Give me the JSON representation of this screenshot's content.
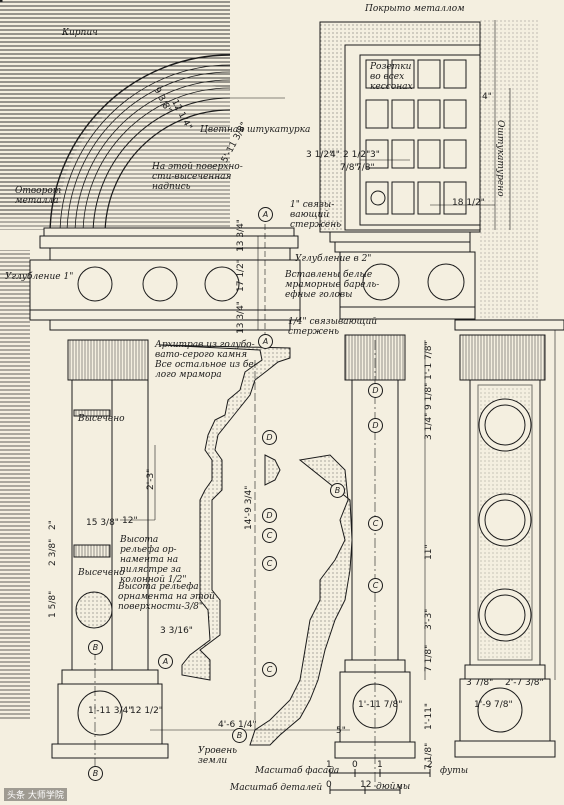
{
  "labels": {
    "brick": "Кирпич",
    "metal_covered": "Покрыто металлом",
    "coffer_rosettes": "Розетки\nво всех\nкессонах",
    "colored_plaster": "Цветная штукатурка",
    "carved_inscription": "На этой поверхно-\nсти-высеченная\nнадпись",
    "metal_flashing": "Отворот\nметалла",
    "tie_rod_1": "1\" связы-\nвающий\nстержень",
    "recess_2": "Углубление в 2\"",
    "recess_1": "Углубление 1\"",
    "marble_reliefs": "Вставлены белые\nмраморные барель-\nефные головы",
    "tie_rod_quarter": "1/4\" связывающий\nстержень",
    "architrave_note": "Архитрав из голубо-\nвато-серого камня\nВсе остальное из бе-\nлого мрамора",
    "carved_1": "Высечено",
    "carved_2": "Высечено",
    "relief_pilaster": "Высота\nрельефа ор-\nнамента на\nпилястре за\nколонной 1/2\"",
    "relief_surface": "Высота рельефа\nорнамента на этой\nповерхности-3/8\"",
    "ground_level": "Уровень\nземли",
    "facade_scale": "Масштаб фасада",
    "details_scale": "Масштаб деталей",
    "feet": "футы",
    "inches": "дюймы",
    "plastering": "Оштукатурено"
  },
  "dimensions": {
    "arch_r": "5'-11 3/8\"",
    "arch_band": "12 1/4\"",
    "arch_inner": "9 3/8\"",
    "d1": "3 1/2\"",
    "d2": "4\"",
    "d3": "2 1/2\"",
    "d4": "3\"",
    "d5": "7/8\"",
    "d6": "7/8\"",
    "coffer_w": "18 1/2\"",
    "coffer_h": "4\"",
    "frieze_a": "13 3/4\"",
    "frieze_b": "17 1/2\"",
    "frieze_c": "13 3/4\"",
    "cap_h": "1'-1 7/8\"",
    "cap_d": "9 1/8\"",
    "shaft_d": "3 1/4\"",
    "mid_1": "2'-3\"",
    "mid_2": "12\"",
    "mid_3": "15 3/8\"",
    "left_2": "2\"",
    "left_3": "2 3/8\"",
    "left_4": "1 5/8\"",
    "detail_h": "14'-9 3/4\"",
    "col_11": "11\"",
    "col_33": "3'-3\"",
    "col_7": "7 1/8\"",
    "base_left_w": "1'-11 3/4\"",
    "base_left_b": "12 1/2\"",
    "base_right_w": "1'-11 7/8\"",
    "base_right_h": "1'-11\"",
    "base_right_b": "7 1/8\"",
    "base_5": "5\"",
    "detail_w": "4'-6 1/4\"",
    "relief_3": "3 3/16\"",
    "pil_w": "1'-9 7/8\"",
    "pil_d": "3 7/8\"",
    "pil_med": "2'-7 3/8\""
  },
  "markers": [
    "A",
    "A",
    "A",
    "D",
    "D",
    "D",
    "D",
    "C",
    "C",
    "C",
    "C",
    "C",
    "B",
    "B",
    "B",
    "B"
  ],
  "scale_ticks": {
    "facade": [
      "1",
      "0",
      "1",
      "2"
    ],
    "details": [
      "0",
      "12"
    ]
  },
  "watermark": "头条 大师学院"
}
